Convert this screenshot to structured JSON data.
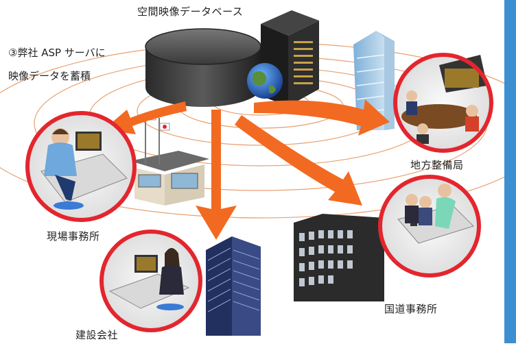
{
  "database_label": "空間映像データベース",
  "note": {
    "line1": "③弊社 ASP サーバに",
    "line2": "映像データを蓄積"
  },
  "locations": {
    "regional_bureau": "地方整備局",
    "site_office": "現場事務所",
    "national_road_office": "国道事務所",
    "construction_company": "建設会社"
  },
  "colors": {
    "arrow": "#f26a21",
    "ring": "#e8a070",
    "circle_border": "#e3262e",
    "sidebar": "#3c8fd0"
  }
}
